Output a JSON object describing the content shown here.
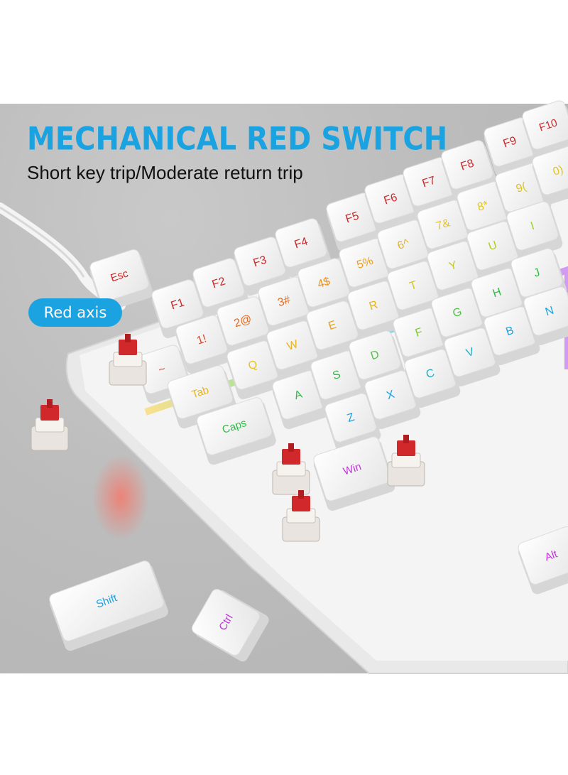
{
  "headline": "MECHANICAL RED SWITCH",
  "subline": "Short key trip/Moderate return trip",
  "badge": "Red axis",
  "colors": {
    "accent": "#1aa3e0",
    "backdrop": "#bdbdbd",
    "switch_stem": "#d0282b",
    "keycap": "#f3f3f3"
  },
  "keys": [
    {
      "label": "Esc",
      "color": "#d0282b"
    },
    {
      "label": "F1",
      "color": "#d0282b"
    },
    {
      "label": "F2",
      "color": "#d0282b"
    },
    {
      "label": "F3",
      "color": "#d0282b"
    },
    {
      "label": "F4",
      "color": "#d0282b"
    },
    {
      "label": "F5",
      "color": "#d0282b"
    },
    {
      "label": "F6",
      "color": "#d0282b"
    },
    {
      "label": "F7",
      "color": "#d0282b"
    },
    {
      "label": "F8",
      "color": "#d0282b"
    },
    {
      "label": "F9",
      "color": "#d0282b"
    },
    {
      "label": "F10",
      "color": "#d0282b"
    },
    {
      "label": "1!",
      "color": "#e04a2a"
    },
    {
      "label": "2@",
      "color": "#e86a1f"
    },
    {
      "label": "3#",
      "color": "#e86a1f"
    },
    {
      "label": "4$",
      "color": "#e8901f"
    },
    {
      "label": "5%",
      "color": "#e8a01f"
    },
    {
      "label": "6^",
      "color": "#e8b41f"
    },
    {
      "label": "7&",
      "color": "#e8c41f"
    },
    {
      "label": "8*",
      "color": "#e0c61f"
    },
    {
      "label": "9(",
      "color": "#e0c61f"
    },
    {
      "label": "0)",
      "color": "#e0c61f"
    },
    {
      "label": "~",
      "color": "#e04a2a"
    },
    {
      "label": "Tab",
      "color": "#e8b41f"
    },
    {
      "label": "Caps",
      "color": "#33b84a"
    },
    {
      "label": "Q",
      "color": "#e8c41f"
    },
    {
      "label": "W",
      "color": "#e8b41f"
    },
    {
      "label": "E",
      "color": "#e8a01f"
    },
    {
      "label": "R",
      "color": "#e8b41f"
    },
    {
      "label": "T",
      "color": "#d4c61f"
    },
    {
      "label": "Y",
      "color": "#c4c81f"
    },
    {
      "label": "U",
      "color": "#b4cc1f"
    },
    {
      "label": "I",
      "color": "#9ccc2a"
    },
    {
      "label": "A",
      "color": "#33b84a"
    },
    {
      "label": "S",
      "color": "#33b84a"
    },
    {
      "label": "D",
      "color": "#52c04a"
    },
    {
      "label": "F",
      "color": "#7cc83a"
    },
    {
      "label": "G",
      "color": "#52c04a"
    },
    {
      "label": "H",
      "color": "#33b84a"
    },
    {
      "label": "J",
      "color": "#33b84a"
    },
    {
      "label": "Z",
      "color": "#1aa3e0"
    },
    {
      "label": "X",
      "color": "#1aa3e0"
    },
    {
      "label": "C",
      "color": "#1ab0c8"
    },
    {
      "label": "V",
      "color": "#1ab0c8"
    },
    {
      "label": "B",
      "color": "#1aa3e0"
    },
    {
      "label": "N",
      "color": "#1aa3e0"
    },
    {
      "label": "Win",
      "color": "#c035d8"
    },
    {
      "label": "Shift",
      "color": "#1aa3e0"
    },
    {
      "label": "Ctrl",
      "color": "#c035d8"
    },
    {
      "label": "Alt",
      "color": "#c035d8"
    }
  ]
}
